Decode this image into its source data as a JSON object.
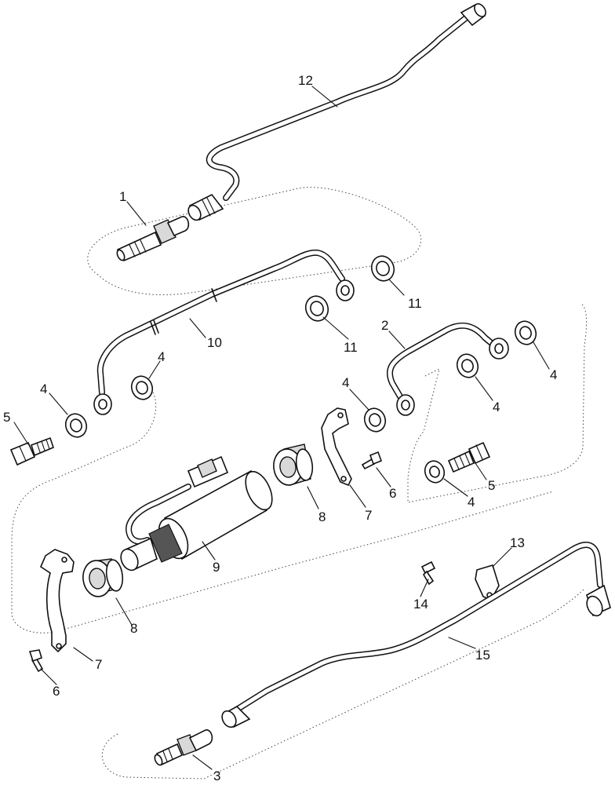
{
  "callouts": [
    {
      "id": "c12",
      "text": "12"
    },
    {
      "id": "c1",
      "text": "1"
    },
    {
      "id": "c11a",
      "text": "11"
    },
    {
      "id": "c11b",
      "text": "11"
    },
    {
      "id": "c10",
      "text": "10"
    },
    {
      "id": "c2",
      "text": "2"
    },
    {
      "id": "c4a",
      "text": "4"
    },
    {
      "id": "c4b",
      "text": "4"
    },
    {
      "id": "c4c",
      "text": "4"
    },
    {
      "id": "c4d",
      "text": "4"
    },
    {
      "id": "c4e",
      "text": "4"
    },
    {
      "id": "c4f",
      "text": "4"
    },
    {
      "id": "c5a",
      "text": "5"
    },
    {
      "id": "c5b",
      "text": "5"
    },
    {
      "id": "c6a",
      "text": "6"
    },
    {
      "id": "c6b",
      "text": "6"
    },
    {
      "id": "c7a",
      "text": "7"
    },
    {
      "id": "c7b",
      "text": "7"
    },
    {
      "id": "c8a",
      "text": "8"
    },
    {
      "id": "c8b",
      "text": "8"
    },
    {
      "id": "c9",
      "text": "9"
    },
    {
      "id": "c13",
      "text": "13"
    },
    {
      "id": "c14",
      "text": "14"
    },
    {
      "id": "c15",
      "text": "15"
    },
    {
      "id": "c3",
      "text": "3"
    }
  ]
}
